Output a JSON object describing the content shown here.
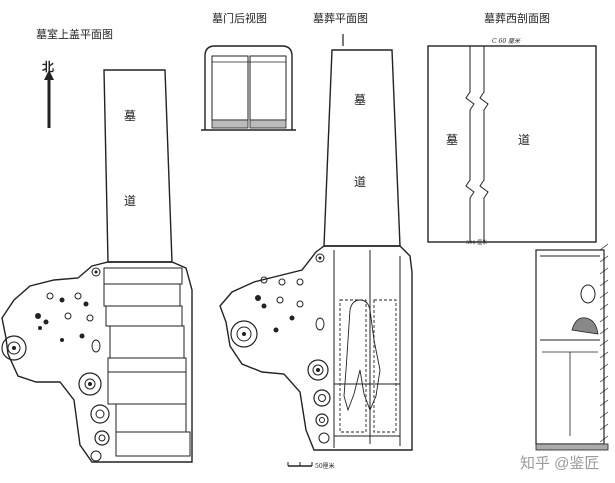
{
  "titles": {
    "cover_plan": "墓室上盖平面图",
    "door_back_view": "墓门后视图",
    "burial_plan": "墓葬平面图",
    "west_section": "墓葬西剖面图"
  },
  "north_label": "北",
  "corridor_char_1": "墓",
  "corridor_char_2": "道",
  "section_top_label": "C 60 厘米",
  "section_bottom_label": "390 厘米",
  "scale_label": "50厘米",
  "watermark": "知乎 @鉴匠"
}
